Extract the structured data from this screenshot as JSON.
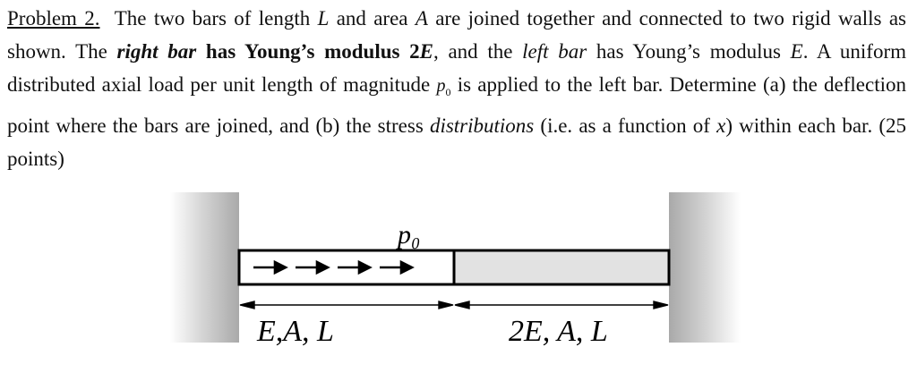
{
  "problem": {
    "heading": "Problem 2.",
    "s1": "The two bars of length ",
    "L1": "L",
    "s2": " and area ",
    "A1": "A",
    "s3": " are joined together and connected to two rigid walls as shown. The ",
    "right_bar": "right bar",
    "s4": " has Young’s modulus 2",
    "E_bold": "E",
    "s5": ", and the ",
    "left_bar": "left bar",
    "s6": " has Young’s modulus ",
    "E1": "E",
    "s7": ". A uniform distributed axial load per unit length of magnitude ",
    "p": "p",
    "p_sub": "0",
    "s8": " is applied to the left bar. Determine (a) the deflection point where the bars are joined, and (b) the stress ",
    "distributions": "distributions",
    "s9": " (i.e. as a function of ",
    "x": "x",
    "s10": ") within each bar. (25 points)"
  },
  "figure": {
    "load_label": "p₀",
    "left_label": "E,A, L",
    "right_label": "2E, A, L",
    "colors": {
      "wall": "#b8b8b8",
      "right_bar_fill": "#e2e2e2",
      "stroke": "#000000"
    }
  }
}
